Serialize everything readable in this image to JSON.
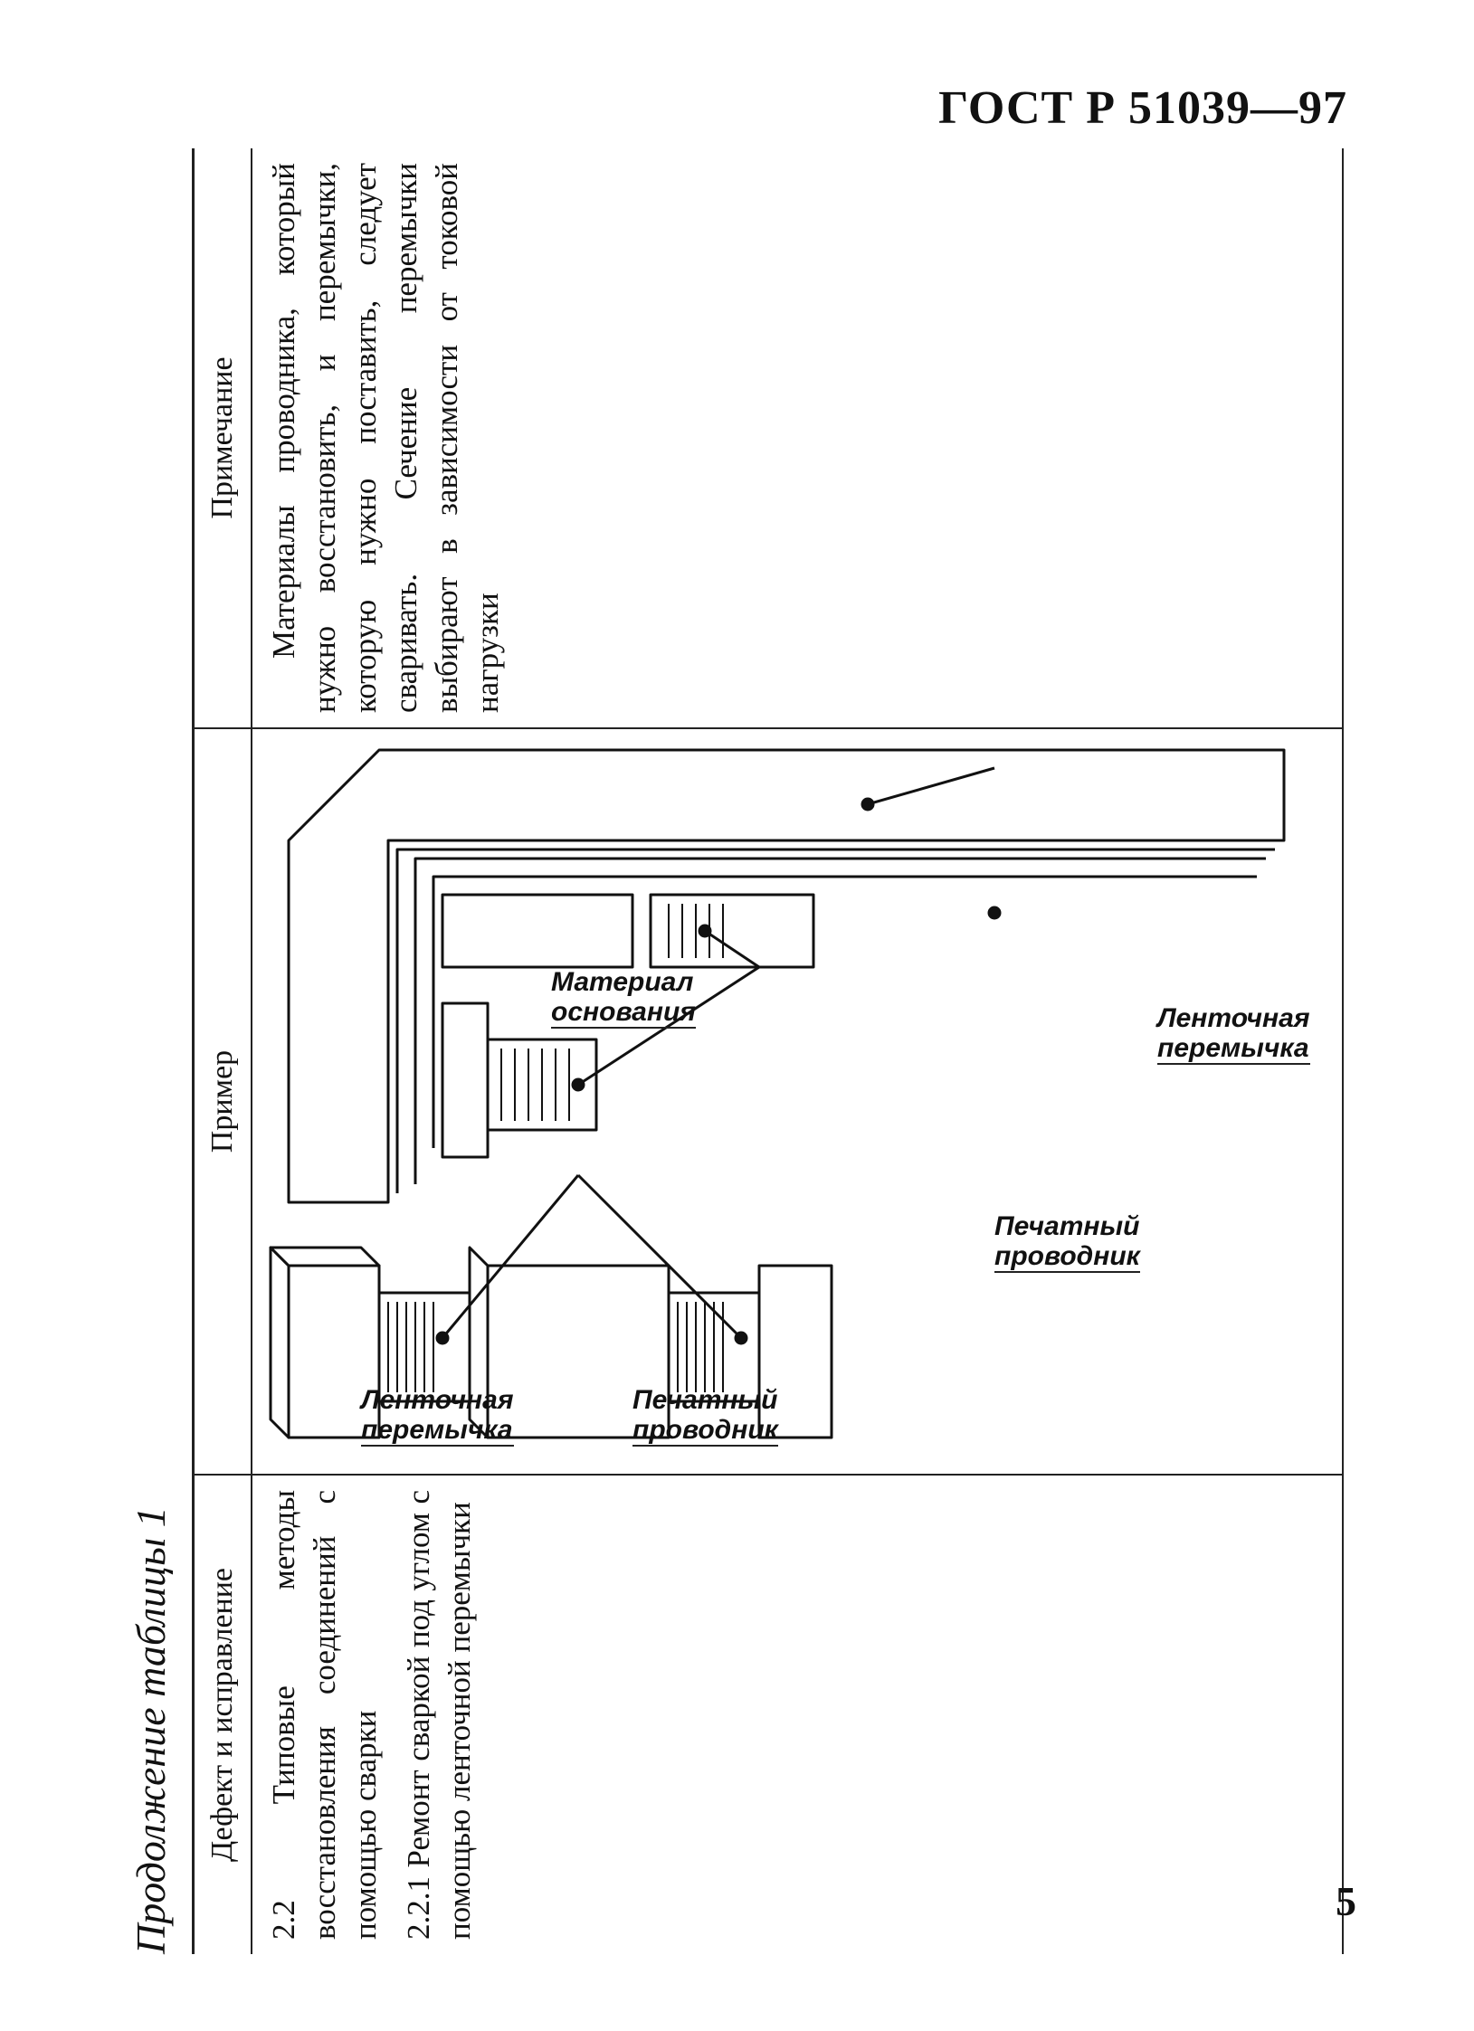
{
  "header": {
    "standard": "ГОСТ Р 51039—97"
  },
  "caption": "Продолжение таблицы 1",
  "table": {
    "columns": [
      "Дефект и исправление",
      "Пример",
      "Примечание"
    ],
    "defect": {
      "item1": "2.2 Типовые методы восстановления соединений с помощью сварки",
      "item2": "2.2.1 Ремонт сваркой под углом с помощью ленточной перемычки"
    },
    "note": "Материалы проводника, который нужно восстановить, и перемычки, которую нужно поставить, следует сваривать. Сечение перемычки выбирают в зависимости от токовой нагрузки",
    "figure_labels": {
      "printed_conductor": [
        "Печатный",
        "проводник"
      ],
      "tape_jumper": [
        "Ленточная",
        "перемычка"
      ],
      "base_material": [
        "Материал",
        "основания"
      ]
    }
  },
  "footer": {
    "page_number": "5"
  }
}
